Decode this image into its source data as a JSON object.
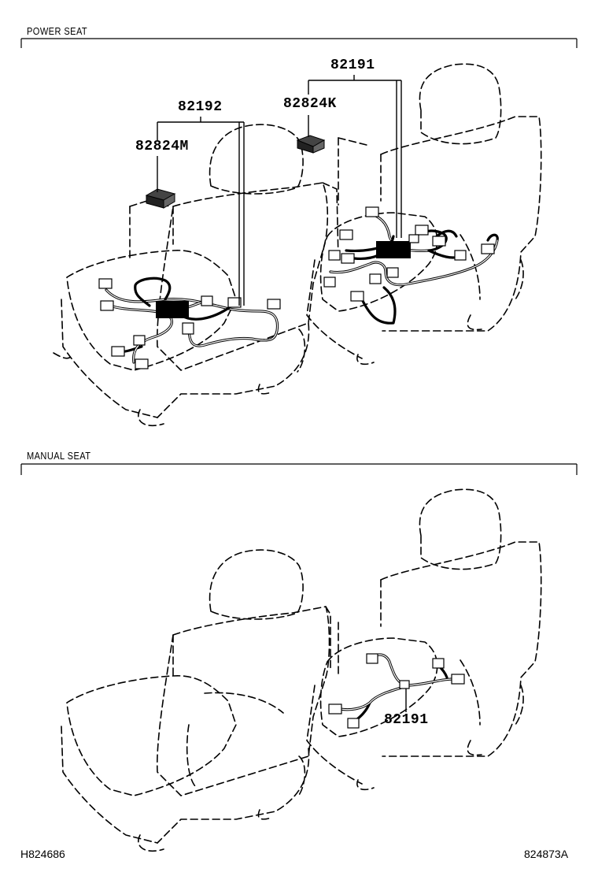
{
  "sections": {
    "power_seat_label": "POWER SEAT",
    "manual_seat_label": "MANUAL SEAT"
  },
  "parts": {
    "p82192": "82192",
    "p82824M": "82824M",
    "p82191_power": "82191",
    "p82824K": "82824K",
    "p82191_manual": "82191"
  },
  "footer": {
    "left_code": "H824686",
    "right_code": "824873A"
  }
}
